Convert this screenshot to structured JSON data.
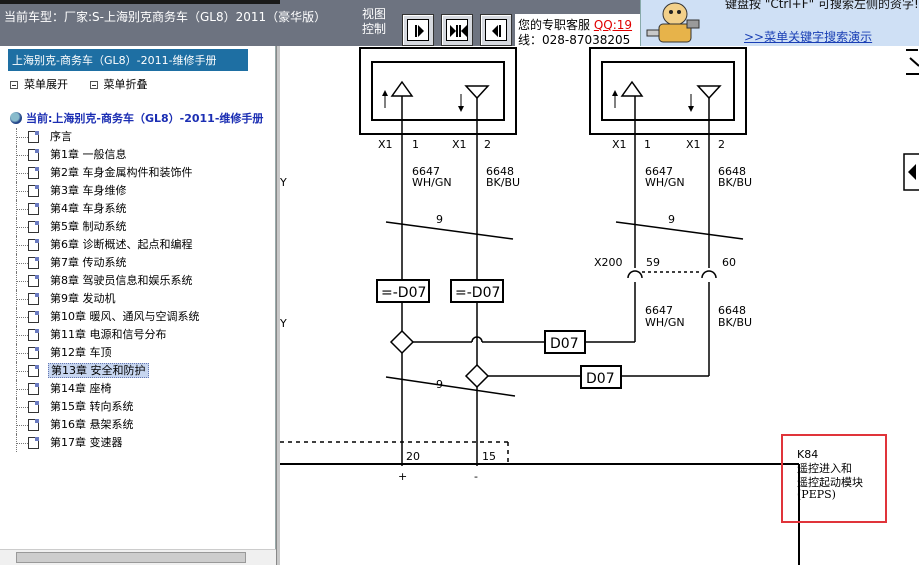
{
  "topbar": {
    "vehicle": "当前车型：厂家:S-上海别克商务车（GL8）2011（豪华版）",
    "view_control": "视图控制",
    "service_label": "您的专职客服",
    "service_qq": "QQ:19",
    "service_phone": "线：028-87038205",
    "helper_tip": "键盘按 \"Ctrl+F\" 可搜索左侧的资字!",
    "helper_demo": ">>菜单关键字搜索演示"
  },
  "sidebar": {
    "title": "上海别克-商务车（GL8）-2011-维修手册",
    "expand": "菜单展开",
    "collapse": "菜单折叠",
    "current": "当前:上海别克-商务车（GL8）-2011-维修手册",
    "items": [
      {
        "label": "序言"
      },
      {
        "label": "第1章 一般信息"
      },
      {
        "label": "第2章 车身金属构件和装饰件"
      },
      {
        "label": "第3章 车身维修"
      },
      {
        "label": "第4章 车身系统"
      },
      {
        "label": "第5章 制动系统"
      },
      {
        "label": "第6章 诊断概述、起点和编程"
      },
      {
        "label": "第7章 传动系统"
      },
      {
        "label": "第8章 驾驶员信息和娱乐系统"
      },
      {
        "label": "第9章 发动机"
      },
      {
        "label": "第10章 暖风、通风与空调系统"
      },
      {
        "label": "第11章 电源和信号分布"
      },
      {
        "label": "第12章 车顶"
      },
      {
        "label": "第13章 安全和防护",
        "selected": true
      },
      {
        "label": "第14章 座椅"
      },
      {
        "label": "第15章 转向系统"
      },
      {
        "label": "第16章 悬架系统"
      },
      {
        "label": "第17章 变速器"
      }
    ]
  },
  "diagram": {
    "pin_x1": "X1",
    "pin_1": "1",
    "pin_2": "2",
    "wire_a": "6647",
    "wire_a_color": "WH/GN",
    "wire_b": "6648",
    "wire_b_color": "BK/BU",
    "twist": "9",
    "x200": "X200",
    "p59": "59",
    "p60": "60",
    "ref_eq": "=-D07",
    "ref": "D07",
    "pin_20": "20",
    "pin_15": "15",
    "plus": "+",
    "minus": "-",
    "partial_y": "Y",
    "module_code": "K84",
    "module_name_1": "遥控进入和",
    "module_name_2": "遥控起动模块",
    "module_abbr": "(PEPS)"
  },
  "colors": {
    "topbar": "#6d7380",
    "sidebar_title": "#1e6fa3",
    "current_text": "#1b2eb3",
    "highlight_box": "#e0343a",
    "service_qq": "#e00000"
  }
}
